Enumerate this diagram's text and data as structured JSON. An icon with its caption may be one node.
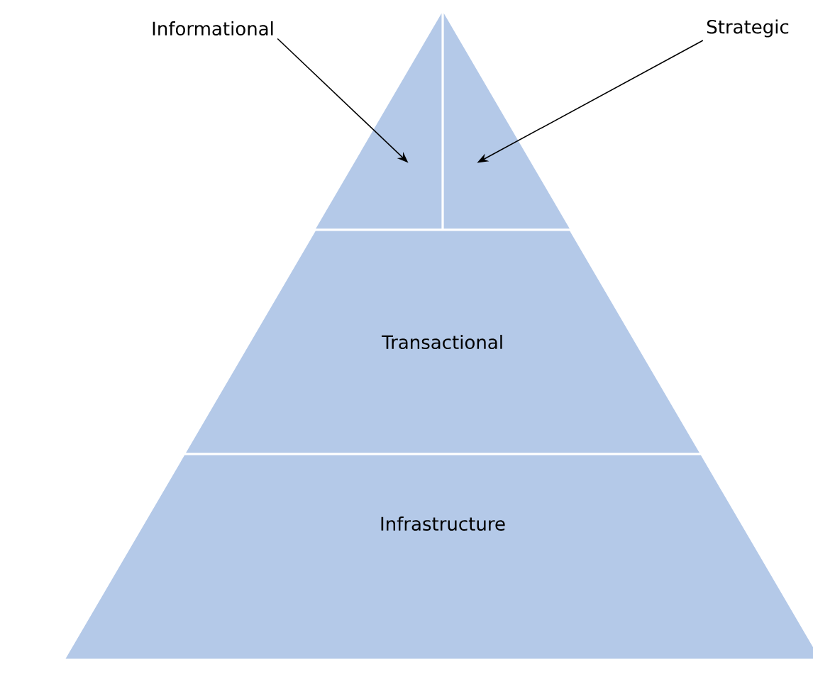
{
  "diagram": {
    "nodes": [
      {
        "text": [
          "Informational"
        ]
      },
      {
        "text": [
          "Strategic"
        ]
      },
      {
        "text": [],
        "shape": "triangle"
      },
      {
        "text": [],
        "shape": "triangle"
      },
      {
        "text": [
          "Transactional"
        ]
      },
      {
        "text": [
          "Infrastructure"
        ]
      }
    ],
    "edges": [
      {
        "from": 0,
        "to": 2,
        "arrow": "to"
      },
      {
        "from": 1,
        "to": 3,
        "arrow": "to"
      }
    ]
  }
}
